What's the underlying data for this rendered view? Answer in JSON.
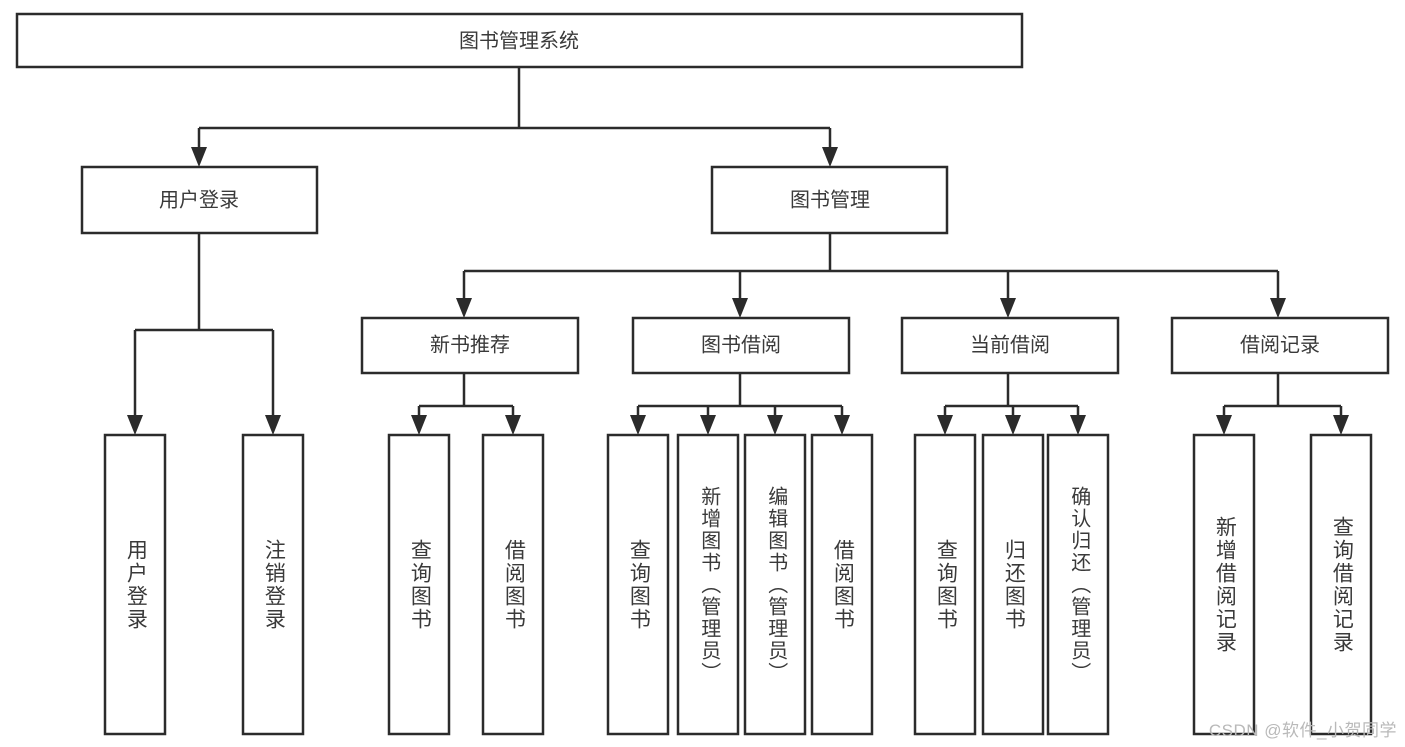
{
  "diagram": {
    "title": "图书管理系统",
    "type": "tree-hierarchy",
    "root": {
      "label": "图书管理系统"
    },
    "level2": [
      {
        "label": "用户登录"
      },
      {
        "label": "图书管理"
      }
    ],
    "level3": [
      {
        "label": "新书推荐"
      },
      {
        "label": "图书借阅"
      },
      {
        "label": "当前借阅"
      },
      {
        "label": "借阅记录"
      }
    ],
    "leaves": {
      "user_login": [
        {
          "label": "用户登录"
        },
        {
          "label": "注销登录"
        }
      ],
      "new_book_recommend": [
        {
          "label": "查询图书"
        },
        {
          "label": "借阅图书"
        }
      ],
      "book_borrow": [
        {
          "label": "查询图书"
        },
        {
          "label": "新增图书（管理员）"
        },
        {
          "label": "编辑图书（管理员）"
        },
        {
          "label": "借阅图书"
        }
      ],
      "current_borrow": [
        {
          "label": "查询图书"
        },
        {
          "label": "归还图书"
        },
        {
          "label": "确认归还（管理员）"
        }
      ],
      "borrow_record": [
        {
          "label": "新增借阅记录"
        },
        {
          "label": "查询借阅记录"
        }
      ]
    }
  },
  "watermark": {
    "text": "CSDN @软件_小贺同学"
  },
  "colors": {
    "stroke": "#2b2b2b",
    "text": "#3a3a3a",
    "background": "#ffffff",
    "watermark": "#b9b9b9"
  }
}
